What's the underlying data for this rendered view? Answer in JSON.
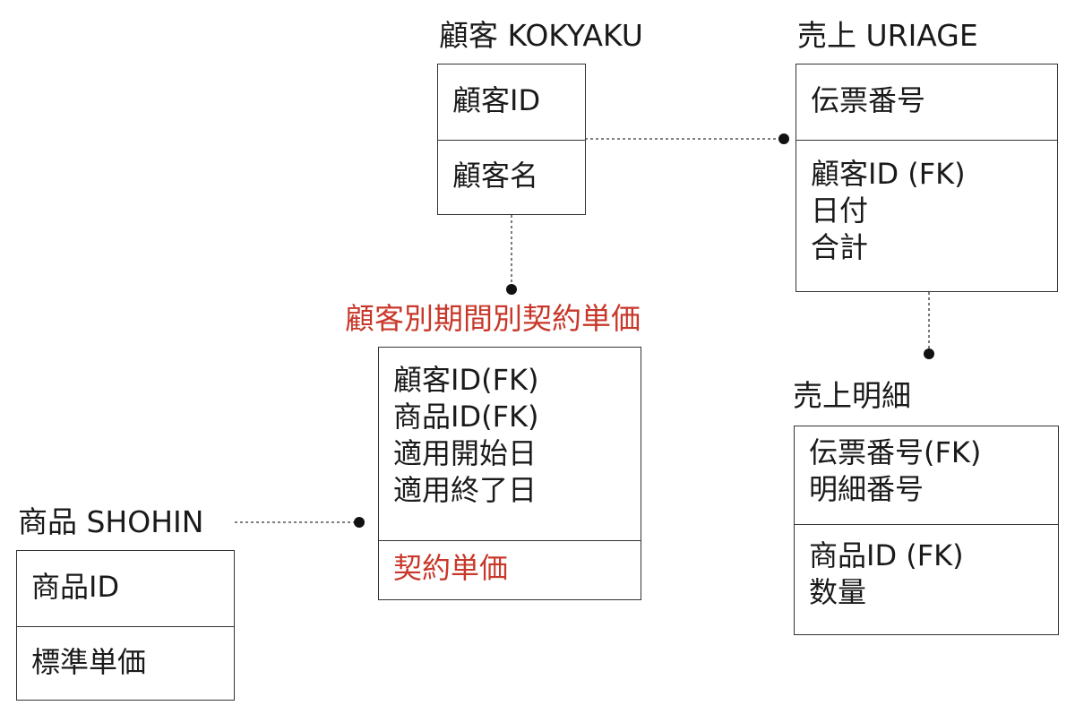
{
  "colors": {
    "line": "#333333",
    "text": "#1a1a1a",
    "highlight": "#c8382a"
  },
  "entities": {
    "kokyaku": {
      "title": "顧客 KOKYAKU",
      "key_attrs": [
        "顧客ID"
      ],
      "attrs": [
        "顧客名"
      ]
    },
    "uriage": {
      "title": "売上 URIAGE",
      "key_attrs": [
        "伝票番号"
      ],
      "attrs": [
        "顧客ID (FK)",
        "日付",
        "合計"
      ]
    },
    "keiyaku": {
      "title": "顧客別期間別契約単価",
      "key_attrs": [
        "顧客ID(FK)",
        "商品ID(FK)",
        "適用開始日",
        "適用終了日"
      ],
      "attrs": [
        "契約単価"
      ]
    },
    "uriage_meisai": {
      "title": "売上明細",
      "key_attrs": [
        "伝票番号(FK)",
        "明細番号"
      ],
      "attrs": [
        "商品ID (FK)",
        "数量"
      ]
    },
    "shohin": {
      "title": "商品 SHOHIN",
      "key_attrs": [
        "商品ID"
      ],
      "attrs": [
        "標準単価"
      ]
    }
  }
}
